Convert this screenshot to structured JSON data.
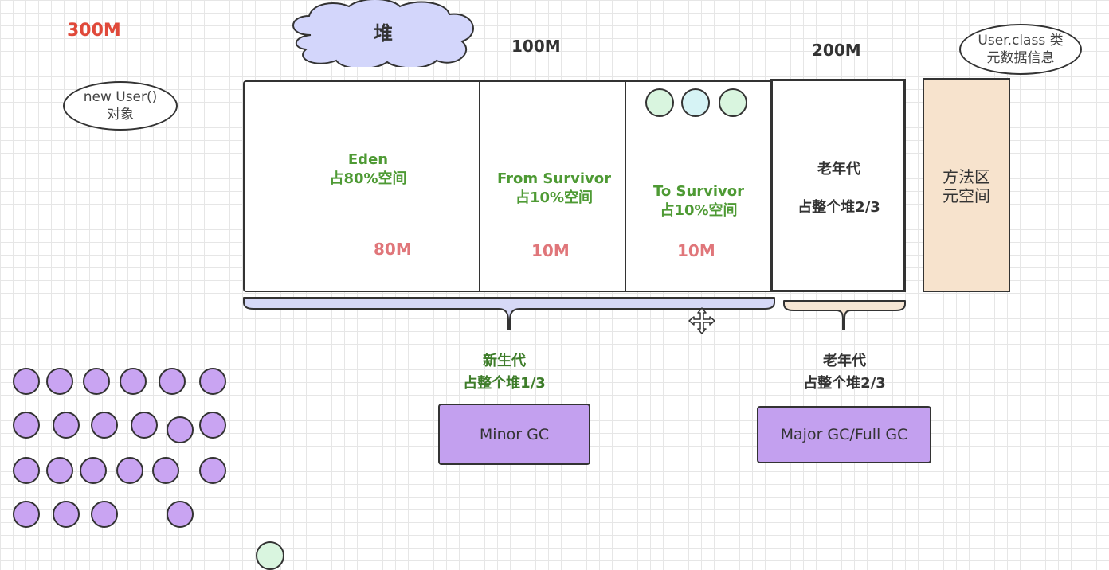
{
  "heap_cloud": {
    "label": "堆"
  },
  "total_size": "300M",
  "young_size": "100M",
  "old_size": "200M",
  "object_ellipse": {
    "line1": "new User()",
    "line2": "对象"
  },
  "class_ellipse": {
    "line1": "User.class 类",
    "line2": "元数据信息"
  },
  "eden": {
    "name": "Eden",
    "share": "占80%空间",
    "size": "80M"
  },
  "from_survivor": {
    "name": "From Survivor",
    "share": "占10%空间",
    "size": "10M"
  },
  "to_survivor": {
    "name": "To Survivor",
    "share": "占10%空间",
    "size": "10M"
  },
  "old_gen_box": {
    "name": "老年代",
    "share": "占整个堆2/3"
  },
  "method_area": {
    "line1": "方法区",
    "line2": "元空间"
  },
  "young_gen": {
    "name": "新生代",
    "share": "占整个堆1/3"
  },
  "old_gen": {
    "name": "老年代",
    "share": "占整个堆2/3"
  },
  "minor_gc": {
    "label": "Minor GC"
  },
  "major_gc": {
    "label": "Major GC/Full GC"
  },
  "colors": {
    "purple_object": "#c9a4f2",
    "survivor_object_1": "#d9f5df",
    "survivor_object_2": "#d6f3f5",
    "gc_button": "#c3a0ef",
    "young_brace": "#d6d9f7",
    "old_brace": "#f6e6d4",
    "method_area": "#f7e3cd",
    "cloud": "#d3d6fb"
  }
}
